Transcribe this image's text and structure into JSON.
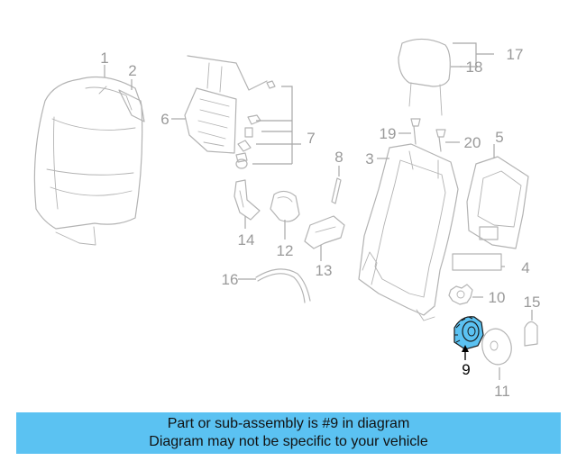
{
  "callouts": {
    "c1": "1",
    "c2": "2",
    "c3": "3",
    "c4": "4",
    "c5": "5",
    "c6": "6",
    "c7": "7",
    "c8": "8",
    "c9": "9",
    "c10": "10",
    "c11": "11",
    "c12": "12",
    "c13": "13",
    "c14": "14",
    "c15": "15",
    "c16": "16",
    "c17": "17",
    "c18": "18",
    "c19": "19",
    "c20": "20"
  },
  "highlighted_part": "9",
  "colors": {
    "highlight": "#5bc2f2",
    "line_art": "#b3b3b3",
    "caption_bg": "#5bc2f2"
  },
  "caption": {
    "line1": "Part or sub-assembly is #9 in diagram",
    "line2": "Diagram may not be specific to your vehicle"
  }
}
